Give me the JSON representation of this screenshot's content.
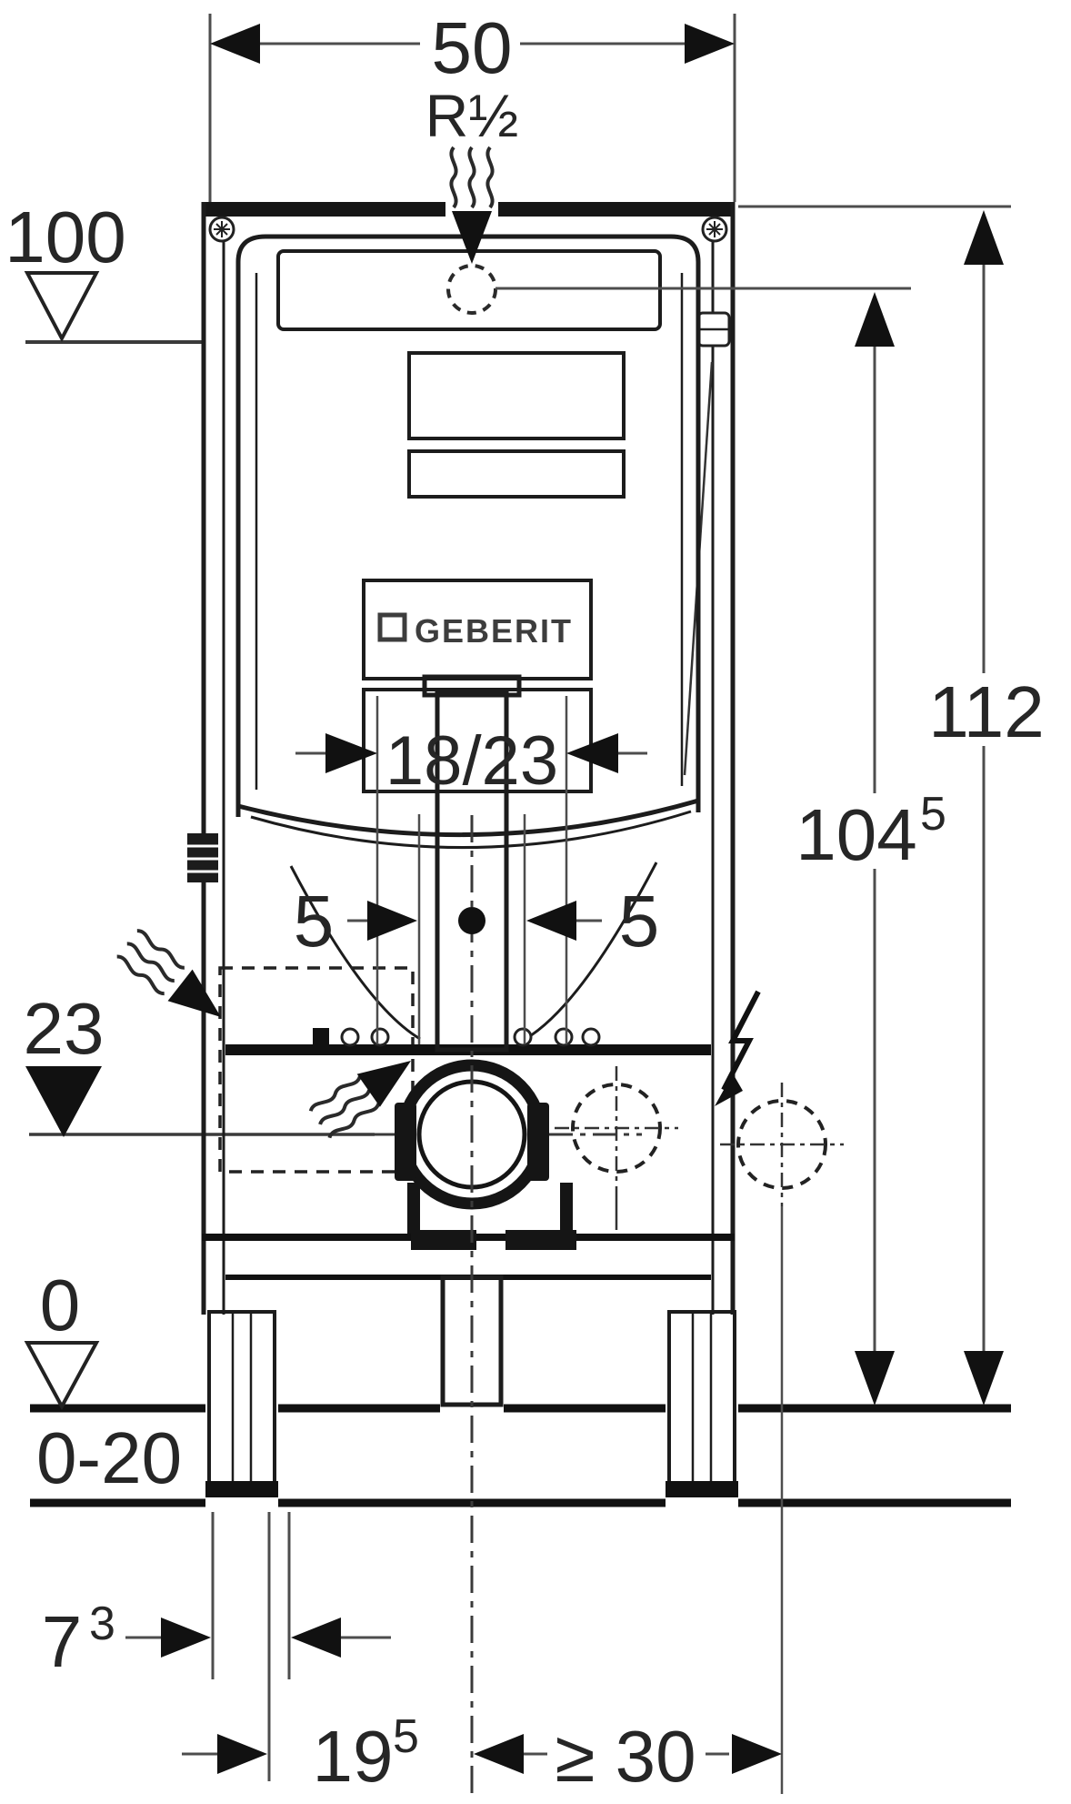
{
  "colors": {
    "line": "#1c1c1c",
    "dimension_line": "#4d4d4d",
    "background": "#ffffff",
    "text": "#262626"
  },
  "brand": {
    "logo_text": "GEBERIT"
  },
  "dimensions": {
    "frame_width": "50",
    "water_supply_thread": "R½",
    "meter_level": "100",
    "total_height": "112",
    "supply_height": {
      "main": "104",
      "sup": "5"
    },
    "service_opening": "18/23",
    "offset_left": "5",
    "offset_right": "5",
    "outlet_level": "23",
    "zero_level": "0",
    "floor_buildup_range": "0-20",
    "front_depth": {
      "main": "7",
      "sup": "3"
    },
    "outlet_setout": {
      "main": "19",
      "sup": "5"
    },
    "min_side_clearance": "≥ 30"
  }
}
